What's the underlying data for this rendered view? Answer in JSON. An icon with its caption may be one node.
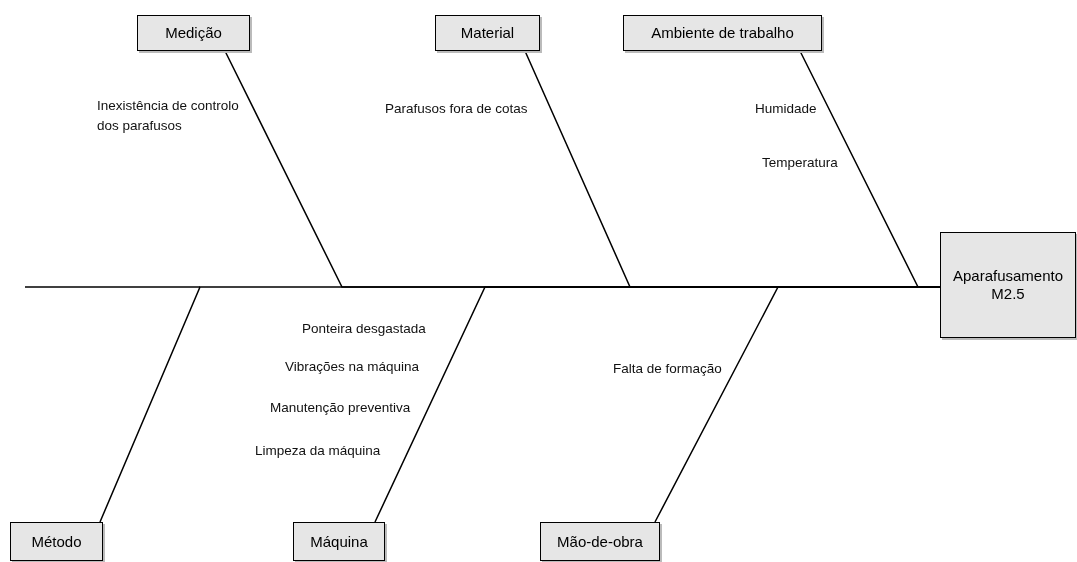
{
  "diagram": {
    "nodes": [
      {
        "text": [
          "Medição"
        ]
      },
      {
        "text": [
          "Material"
        ]
      },
      {
        "text": [
          "Ambiente de trabalho"
        ]
      },
      {
        "text": [
          "Aparafusamento M2.5"
        ]
      },
      {
        "text": [
          "Método"
        ]
      },
      {
        "text": [
          "Máquina"
        ]
      },
      {
        "text": [
          "Mão-de-obra"
        ]
      }
    ],
    "edges": [
      {
        "from": 0,
        "to": 3,
        "arrow": "none"
      },
      {
        "from": 1,
        "to": 3,
        "arrow": "none"
      },
      {
        "from": 2,
        "to": 3,
        "arrow": "none"
      },
      {
        "from": 4,
        "to": 3,
        "arrow": "none"
      },
      {
        "from": 5,
        "to": 3,
        "arrow": "none"
      },
      {
        "from": 6,
        "to": 3,
        "arrow": "none"
      }
    ],
    "labels": [
      "Inexistência de controlo dos parafusos",
      "Parafusos fora de cotas",
      "Humidade",
      "Temperatura",
      "Ponteira desgastada",
      "Vibrações na máquina",
      "Manutenção preventiva",
      "Limpeza da máquina",
      "Falta de formação"
    ]
  }
}
